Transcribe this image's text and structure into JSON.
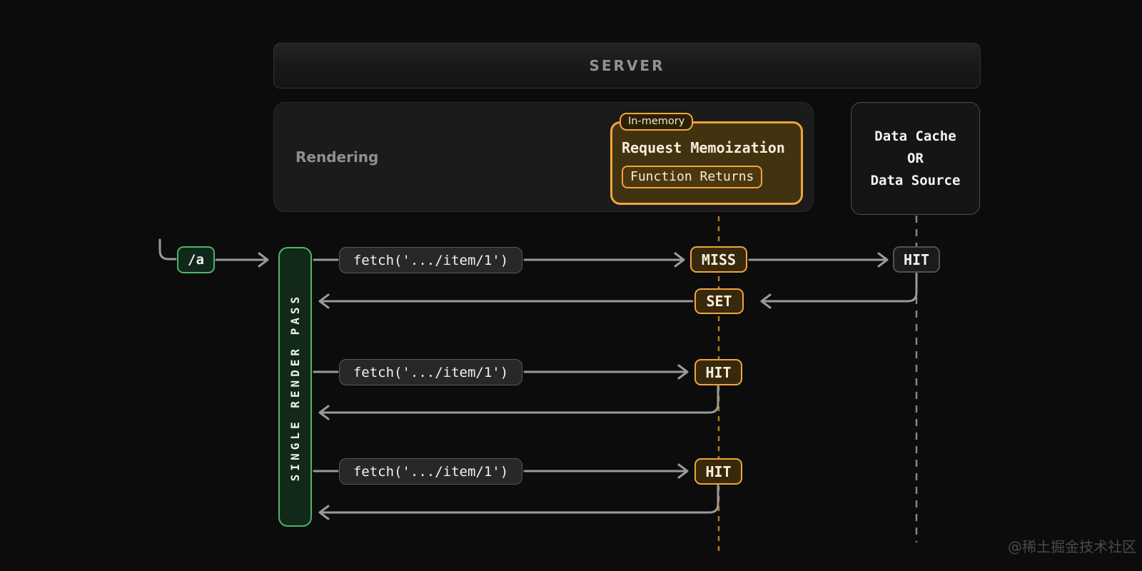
{
  "server": {
    "label": "SERVER"
  },
  "rendering": {
    "label": "Rendering"
  },
  "memoization": {
    "badge": "In-memory",
    "title": "Request Memoization",
    "button": "Function Returns"
  },
  "data_cache": {
    "lines": [
      "Data Cache",
      "OR",
      "Data Source"
    ]
  },
  "route": {
    "label": "/a"
  },
  "render_pass": {
    "label": "SINGLE RENDER PASS"
  },
  "fetch_calls": [
    {
      "label": "fetch('.../item/1')"
    },
    {
      "label": "fetch('.../item/1')"
    },
    {
      "label": "fetch('.../item/1')"
    }
  ],
  "badges": {
    "miss": "MISS",
    "set": "SET",
    "render_hit_1": "HIT",
    "render_hit_2": "HIT",
    "cache_hit": "HIT"
  },
  "watermark": "@稀土掘金技术社区",
  "colors": {
    "background": "#0c0c0c",
    "accent_orange": "#f0a53c",
    "accent_green": "#4db36b",
    "line_gray": "#999999",
    "dashed_orange": "#b07b1e",
    "dashed_gray": "#8a8a8a"
  }
}
